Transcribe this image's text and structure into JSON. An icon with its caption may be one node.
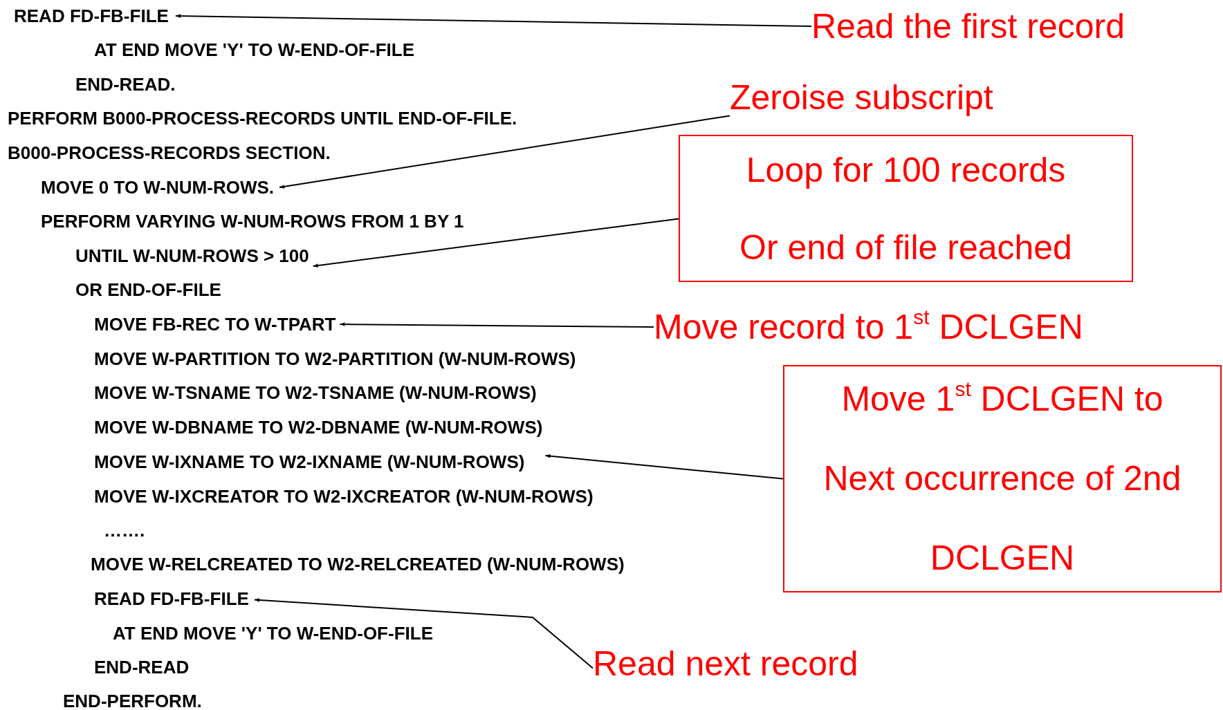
{
  "diagram": {
    "nodes": [
      {
        "text": [
          "READ FD-FB-FILE"
        ]
      },
      {
        "text": [
          "Read the first record"
        ]
      },
      {
        "text": [
          "Zeroise subscript"
        ]
      },
      {
        "text": [
          "MOVE 0 TO W-NUM-ROWS."
        ]
      },
      {
        "text": [
          "Loop for 100 records",
          "Or end of file reached"
        ]
      },
      {
        "text": [
          "UNTIL W-NUM-ROWS > 100"
        ]
      },
      {
        "text": [
          "MOVE FB-REC TO W-TPART"
        ]
      },
      {
        "text": [
          "Move record to 1$^{st}$ DCLGEN"
        ]
      },
      {
        "text": [
          "Move 1$^{st}$ DCLGEN to Next occurrence of 2nd DCLGEN"
        ]
      },
      {
        "text": [
          "MOVE W-IXNAME TO W2-IXNAME (W-NUM-ROWS)"
        ]
      },
      {
        "text": [
          "READ FD-FB-FILE"
        ]
      },
      {
        "text": [
          "Read next record"
        ]
      }
    ],
    "edges": [
      {
        "from": 1,
        "to": 0,
        "arrow": "to"
      },
      {
        "from": 2,
        "to": 3,
        "arrow": "to"
      },
      {
        "from": 4,
        "to": 5,
        "arrow": "to"
      },
      {
        "from": 7,
        "to": 6,
        "arrow": "to"
      },
      {
        "from": 8,
        "to": 9,
        "arrow": "to"
      },
      {
        "from": 11,
        "to": 10,
        "arrow": "to"
      }
    ],
    "labels": [
      "AT END MOVE 'Y' TO W-END-OF-FILE",
      "END-READ.",
      "PERFORM B000-PROCESS-RECORDS UNTIL END-OF-FILE.",
      "B000-PROCESS-RECORDS SECTION.",
      "PERFORM VARYING W-NUM-ROWS FROM 1 BY 1",
      "OR END-OF-FILE",
      "MOVE W-PARTITION TO W2-PARTITION (W-NUM-ROWS)",
      "MOVE W-TSNAME TO W2-TSNAME (W-NUM-ROWS)",
      "MOVE W-DBNAME TO W2-DBNAME (W-NUM-ROWS)",
      "MOVE W-IXCREATOR TO W2-IXCREATOR (W-NUM-ROWS)",
      "…….",
      "MOVE W-RELCREATED TO W2-RELCREATED (W-NUM-ROWS)",
      "AT END MOVE 'Y' TO W-END-OF-FILE",
      "END-READ",
      "END-PERFORM."
    ]
  }
}
